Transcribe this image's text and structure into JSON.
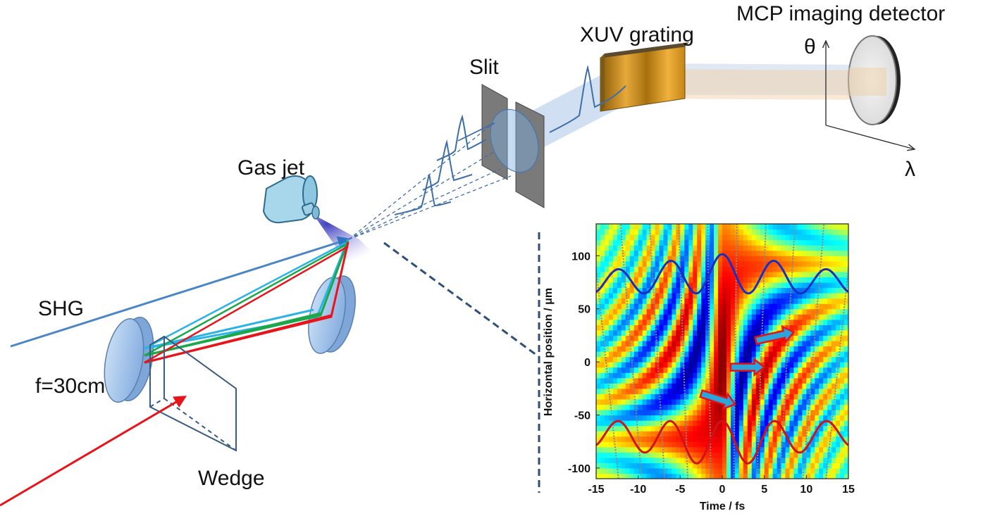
{
  "labels": {
    "mcp_detector": "MCP imaging detector",
    "xuv_grating": "XUV grating",
    "slit": "Slit",
    "gas_jet": "Gas jet",
    "shg": "SHG",
    "focal_length": "f=30cm",
    "wedge": "Wedge",
    "theta": "θ",
    "lambda": "λ"
  },
  "colors": {
    "beam_red": "#e8141b",
    "beam_green": "#1aa84b",
    "beam_cyan": "#2bb3e8",
    "beam_blue": "#4a86c6",
    "optic_blue": "#9ec0e8",
    "wedge_line": "#3a5a80",
    "grating_gold": "#d89a1c"
  },
  "chart_data": {
    "type": "heatmap",
    "xlabel": "Time / fs",
    "ylabel": "Horizontal position / μm",
    "xlim": [
      -15,
      15
    ],
    "ylim": [
      -110,
      130
    ],
    "x_ticks": [
      "-15",
      "-10",
      "-5",
      "0",
      "5",
      "10",
      "15"
    ],
    "y_ticks": [
      "100",
      "50",
      "0",
      "-50",
      "-100"
    ],
    "colormap": "jet",
    "overlay_series": [
      {
        "color": "#1a2fbf",
        "baseline": 70,
        "peak": 107,
        "period_fs": 6.2
      },
      {
        "color": "#d0121a",
        "baseline": -62,
        "trough": -104,
        "period_fs": 6.2
      }
    ],
    "arrows": [
      {
        "from": [
          -2.5,
          -30
        ],
        "to": [
          1.5,
          -40
        ]
      },
      {
        "from": [
          1,
          -5
        ],
        "to": [
          5,
          -5
        ]
      },
      {
        "from": [
          4,
          20
        ],
        "to": [
          8.5,
          28
        ]
      }
    ]
  }
}
